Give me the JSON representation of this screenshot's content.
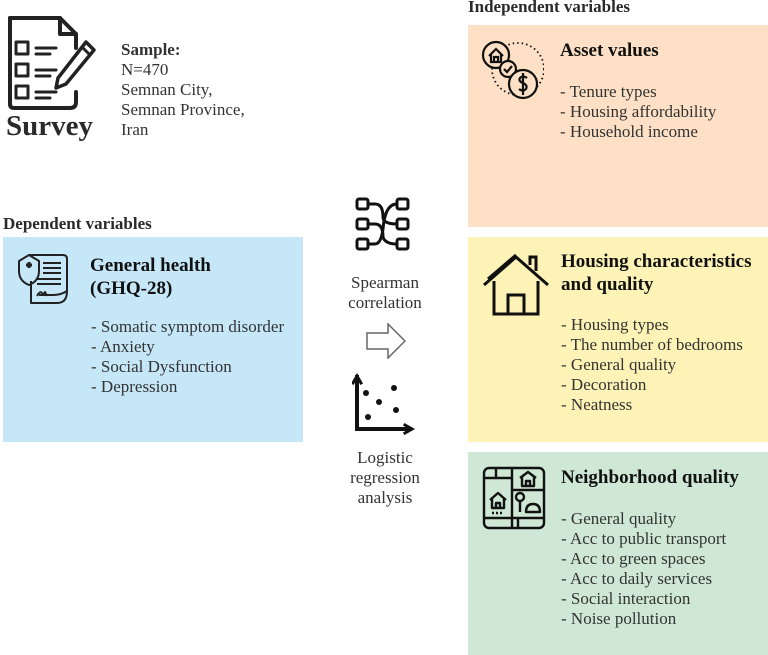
{
  "survey": {
    "icon": "survey-checklist-pencil-icon",
    "label": "Survey",
    "sample_heading": "Sample:",
    "sample_lines": [
      "N=470",
      "Semnan City,",
      "Semnan Province,",
      "Iran"
    ]
  },
  "dependent": {
    "section_title": "Dependent variables",
    "box": {
      "icon": "health-document-shield-icon",
      "title_lines": [
        "General health",
        "(GHQ-28)"
      ],
      "items": [
        "- Somatic symptom disorder",
        "- Anxiety",
        "- Social Dysfunction",
        "- Depression"
      ],
      "color": "#c5e7f8"
    }
  },
  "methods": {
    "spearman": {
      "icon": "network-connections-icon",
      "label_lines": [
        "Spearman",
        "correlation"
      ]
    },
    "arrow": {
      "icon": "right-arrow-icon"
    },
    "logistic": {
      "icon": "scatter-plot-icon",
      "label_lines": [
        "Logistic",
        "regression",
        "analysis"
      ]
    }
  },
  "independent": {
    "section_title": "Independent variables",
    "boxes": [
      {
        "icon": "asset-house-dollar-icon",
        "title_lines": [
          "Asset values"
        ],
        "items": [
          "- Tenure types",
          "- Housing affordability",
          "- Household income"
        ],
        "color": "#fde0c5"
      },
      {
        "icon": "house-icon",
        "title_lines": [
          "Housing characteristics",
          "and quality"
        ],
        "items": [
          "- Housing types",
          "- The number of bedrooms",
          "- General quality",
          "- Decoration",
          "- Neatness"
        ],
        "color": "#fdf3b6"
      },
      {
        "icon": "neighborhood-map-icon",
        "title_lines": [
          "Neighborhood quality"
        ],
        "items": [
          "- General quality",
          "- Acc to public transport",
          "- Acc to green spaces",
          "- Acc to daily services",
          "- Social interaction",
          "- Noise pollution"
        ],
        "color": "#cfe8d5"
      }
    ]
  }
}
